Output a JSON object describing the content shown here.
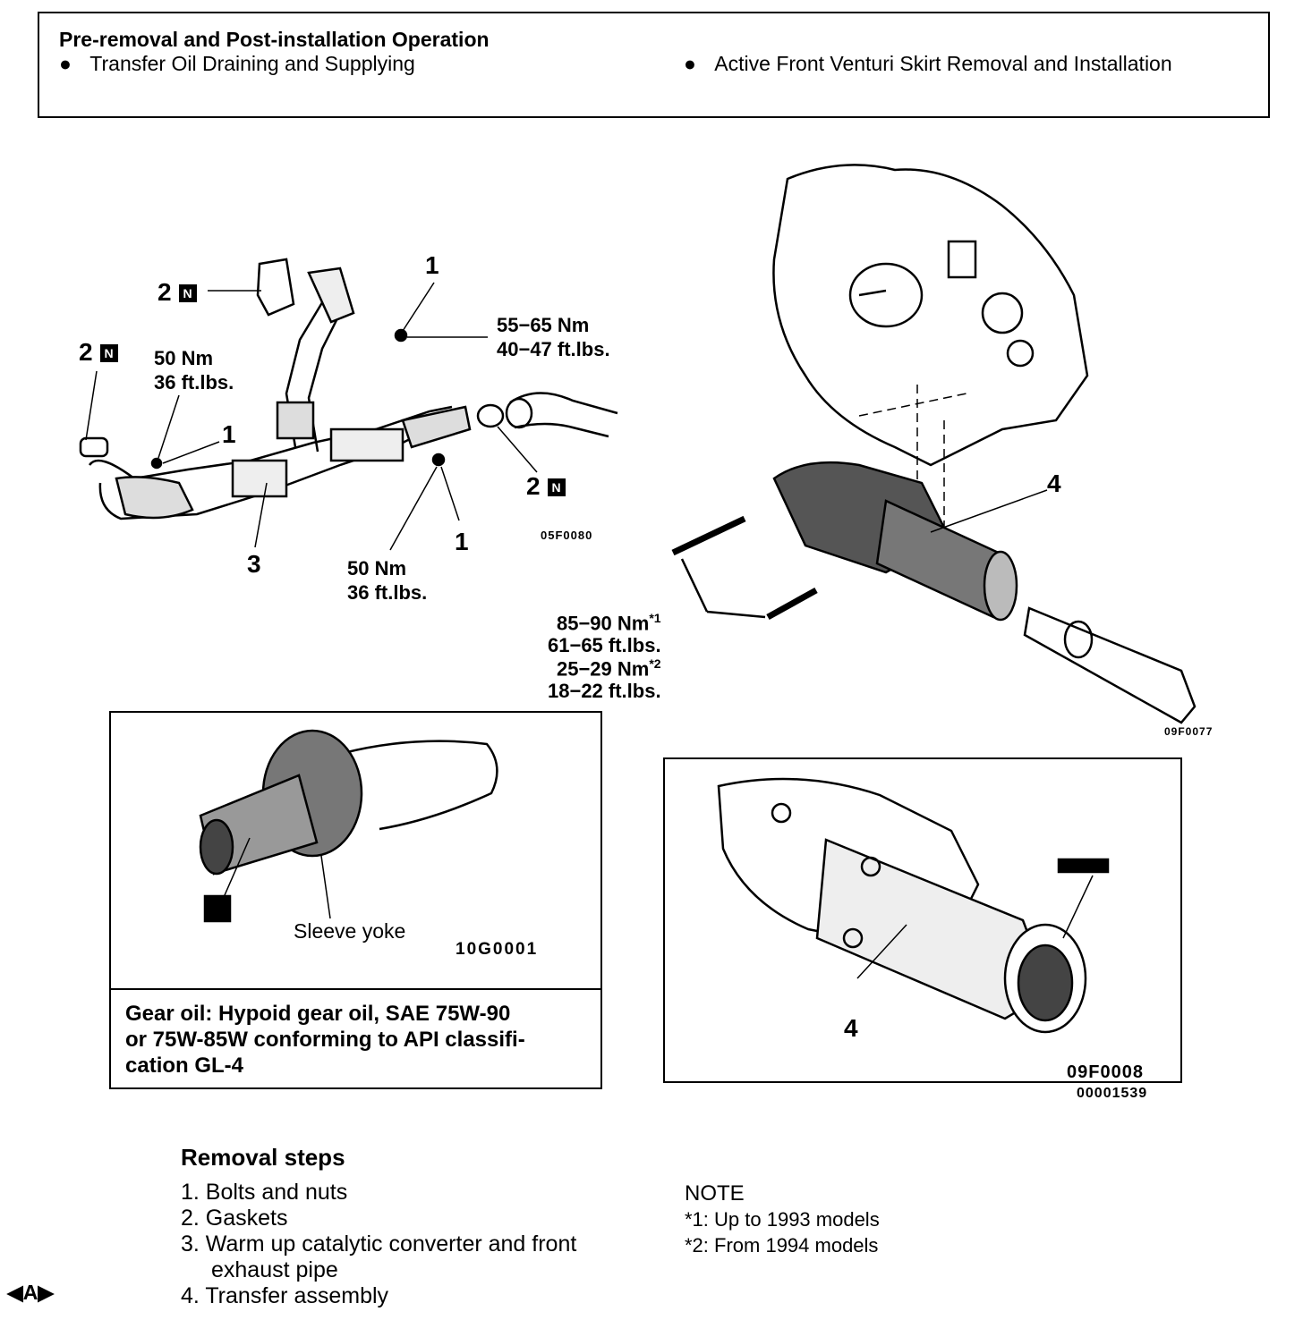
{
  "header": {
    "title": "Pre-removal and Post-installation Operation",
    "bullet_1": "Transfer Oil Draining and Supplying",
    "bullet_2": "Active Front Venturi Skirt Removal and Installation"
  },
  "diagram_1": {
    "callouts": [
      "1",
      "2",
      "2",
      "1",
      "2",
      "3",
      "1",
      "N"
    ],
    "torque_a": [
      "55−65 Nm",
      "40−47 ft.lbs."
    ],
    "torque_b": [
      "50 Nm",
      "36 ft.lbs."
    ],
    "torque_c": [
      "50 Nm",
      "36 ft.lbs."
    ],
    "figure_code": "05F0080"
  },
  "diagram_2": {
    "callout": "4",
    "torque_lines": [
      "85−90 Nm",
      "61−65 ft.lbs.",
      "25−29 Nm",
      "18−22 ft.lbs."
    ],
    "sup_1": "*1",
    "sup_2": "*2",
    "figure_code": "09F0077"
  },
  "inset_left": {
    "label": "Sleeve yoke",
    "figure_code": "10G0001",
    "caption": [
      "Gear oil: Hypoid gear oil, SAE 75W-90",
      "or 75W-85W conforming to API classifi-",
      "cation GL-4"
    ]
  },
  "inset_right": {
    "callout": "4",
    "figure_code": "09F0008",
    "doc_code": "00001539"
  },
  "removal_steps": {
    "heading": "Removal steps",
    "items": [
      "1. Bolts and nuts",
      "2. Gaskets",
      "3. Warm up catalytic converter and front",
      "exhaust pipe",
      "4. Transfer assembly"
    ],
    "marker": "A"
  },
  "note": {
    "heading": "NOTE",
    "items": [
      "*1: Up to 1993 models",
      "*2: From 1994 models"
    ]
  }
}
